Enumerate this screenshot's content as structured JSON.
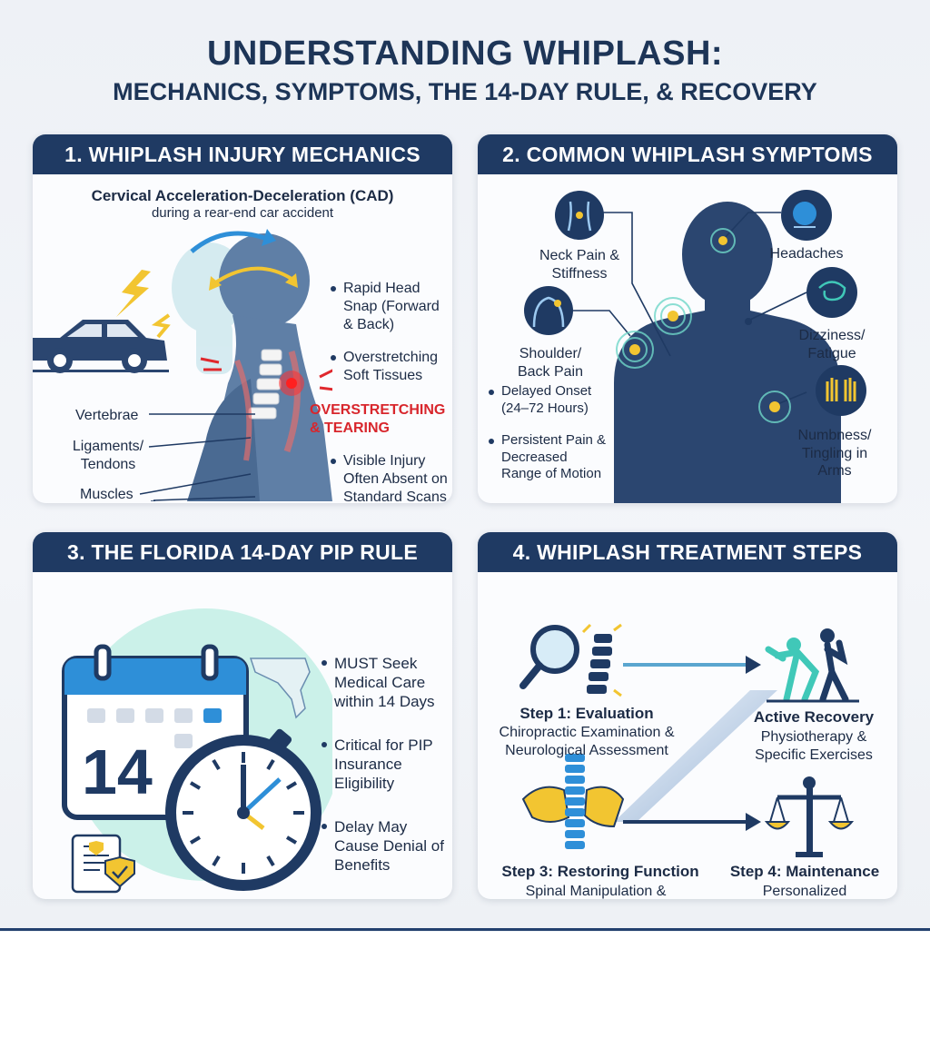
{
  "header": {
    "title": "UNDERSTANDING WHIPLASH:",
    "subtitle": "MECHANICS, SYMPTOMS, THE 14-DAY RULE, & RECOVERY"
  },
  "panel1": {
    "title": "1. WHIPLASH INJURY MECHANICS",
    "heading": "Cervical Acceleration-Deceleration (CAD)",
    "subheading": "during a rear-end car accident",
    "bullets": [
      "Rapid Head Snap (Forward & Back)",
      "Overstretching Soft Tissues",
      "Visible Injury Often Absent on Standard Scans"
    ],
    "warning": "OVERSTRETCHING & TEARING",
    "labels": {
      "vertebrae": "Vertebrae",
      "ligaments": "Ligaments/ Tendons",
      "muscles": "Muscles"
    }
  },
  "panel2": {
    "title": "2. COMMON WHIPLASH SYMPTOMS",
    "symptoms": {
      "neck": "Neck Pain & Stiffness",
      "headaches": "Headaches",
      "shoulder": "Shoulder/ Back Pain",
      "dizziness": "Dizziness/ Fatigue",
      "numbness": "Numbness/ Tingling in Arms"
    },
    "bullets": [
      "Delayed Onset (24–72 Hours)",
      "Persistent Pain & Decreased Range of Motion"
    ]
  },
  "panel3": {
    "title": "3. THE FLORIDA 14-DAY PIP RULE",
    "calendar_day": "14",
    "bullets": [
      "MUST Seek Medical Care within 14 Days",
      "Critical for PIP Insurance Eligibility",
      "Delay May Cause Denial of Benefits"
    ]
  },
  "panel4": {
    "title": "4. WHIPLASH TREATMENT STEPS",
    "steps": [
      {
        "label": "Step 1: Evaluation",
        "desc": "Chiropractic Examination & Neurological Assessment"
      },
      {
        "label": "Active Recovery",
        "desc": "Physiotherapy & Specific Exercises"
      },
      {
        "label": "Step 3: Restoring Function",
        "desc": "Spinal Manipulation & Manual Therapy"
      },
      {
        "label": "Step 4: Maintenance",
        "desc": "Personalized Recovery Plans"
      }
    ]
  },
  "colors": {
    "navy": "#1f3a63",
    "accent_blue": "#2e8fd8",
    "teal": "#40c8b8",
    "warning_red": "#d8262c",
    "highlight_yellow": "#f2c531"
  }
}
